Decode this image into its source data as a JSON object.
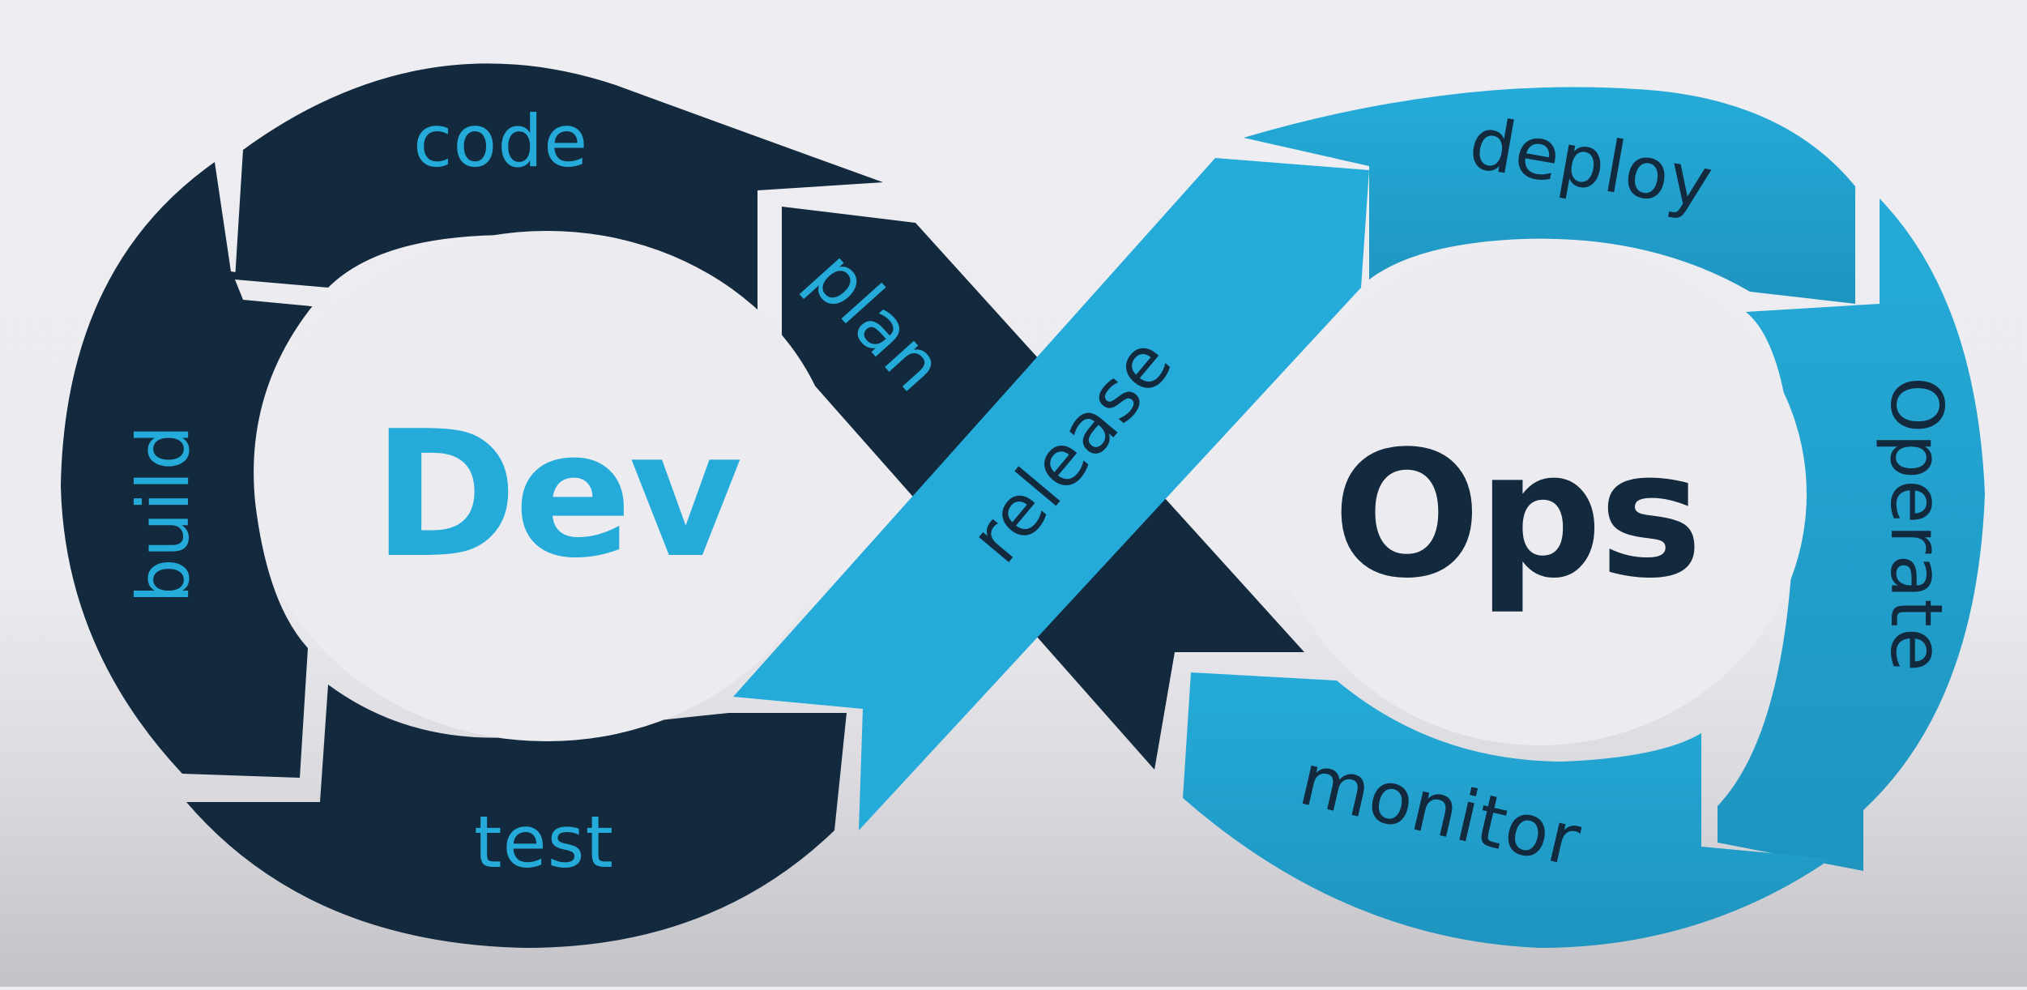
{
  "title": {
    "dev": "Dev",
    "ops": "Ops"
  },
  "stages": {
    "code": "code",
    "plan": "plan",
    "build": "build",
    "test": "test",
    "release": "release",
    "deploy": "deploy",
    "operate": "Operate",
    "monitor": "monitor"
  },
  "colors": {
    "dev_dark": "#13293d",
    "ops_blue": "#23a8d6",
    "ops_blue_deep": "#1f97c2",
    "background": "#ececf0",
    "inner_white": "#ffffff"
  }
}
